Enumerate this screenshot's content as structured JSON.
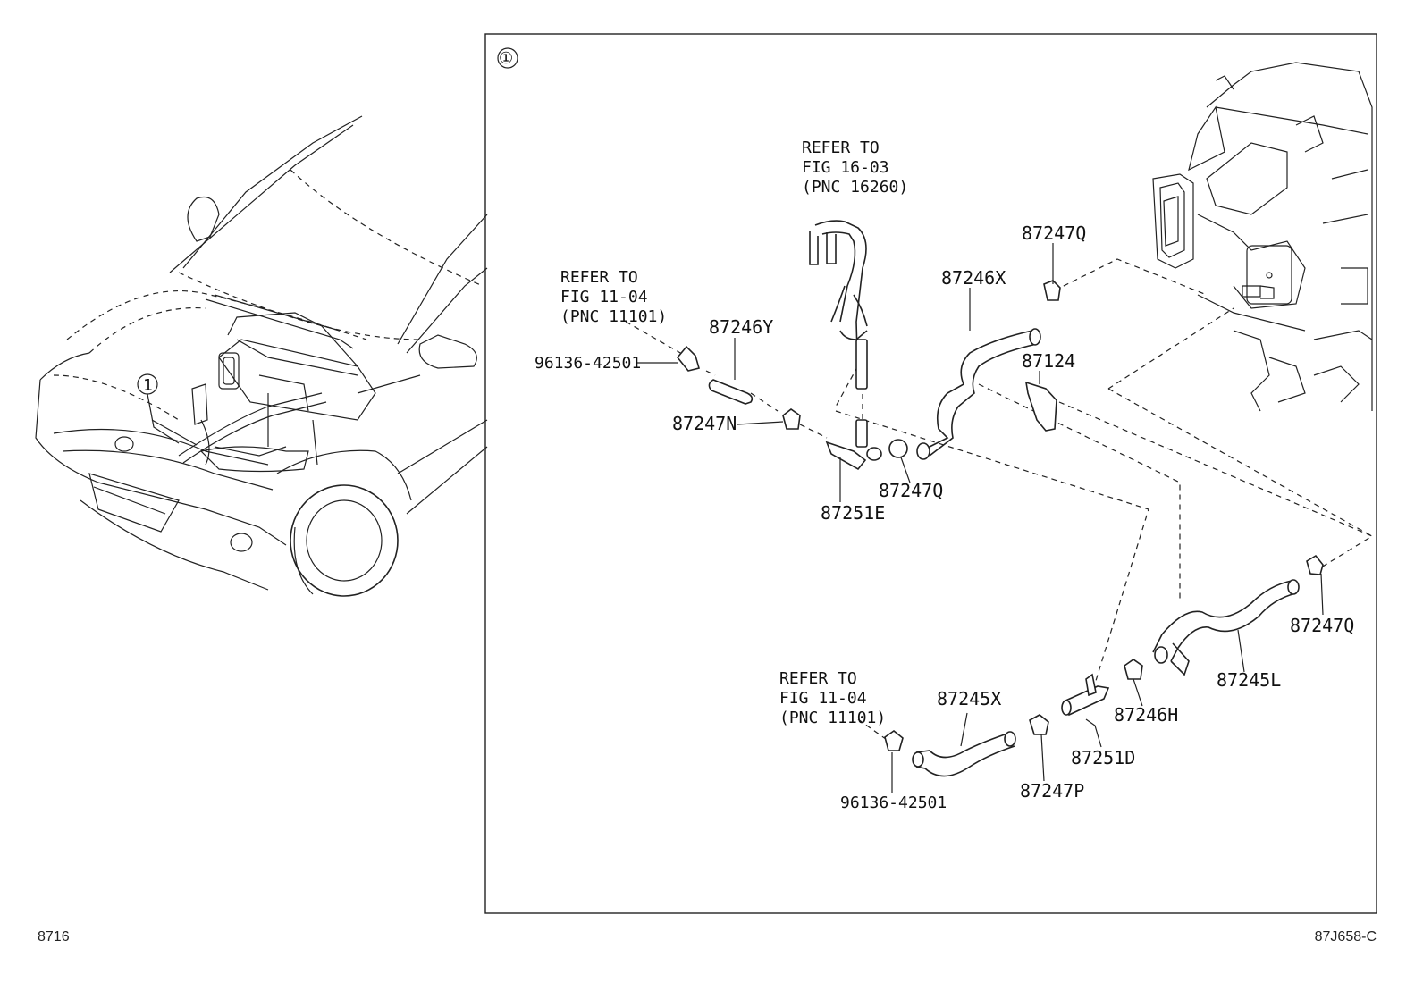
{
  "callout_marker": "①",
  "footer": {
    "left_code": "8716",
    "right_code": "87J658-C"
  },
  "refer_notes": [
    {
      "line1": "REFER TO",
      "line2": "FIG 16-03",
      "line3": "(PNC 16260)"
    },
    {
      "line1": "REFER TO",
      "line2": "FIG 11-04",
      "line3": "(PNC 11101)"
    },
    {
      "line1": "REFER TO",
      "line2": "FIG 11-04",
      "line3": "(PNC 11101)"
    }
  ],
  "parts": [
    "87247Q",
    "87246X",
    "87124",
    "87246Y",
    "96136-42501",
    "87247N",
    "87251E",
    "87247Q",
    "87247Q",
    "87245L",
    "87246H",
    "87251D",
    "87245X",
    "87247P",
    "96136-42501"
  ]
}
